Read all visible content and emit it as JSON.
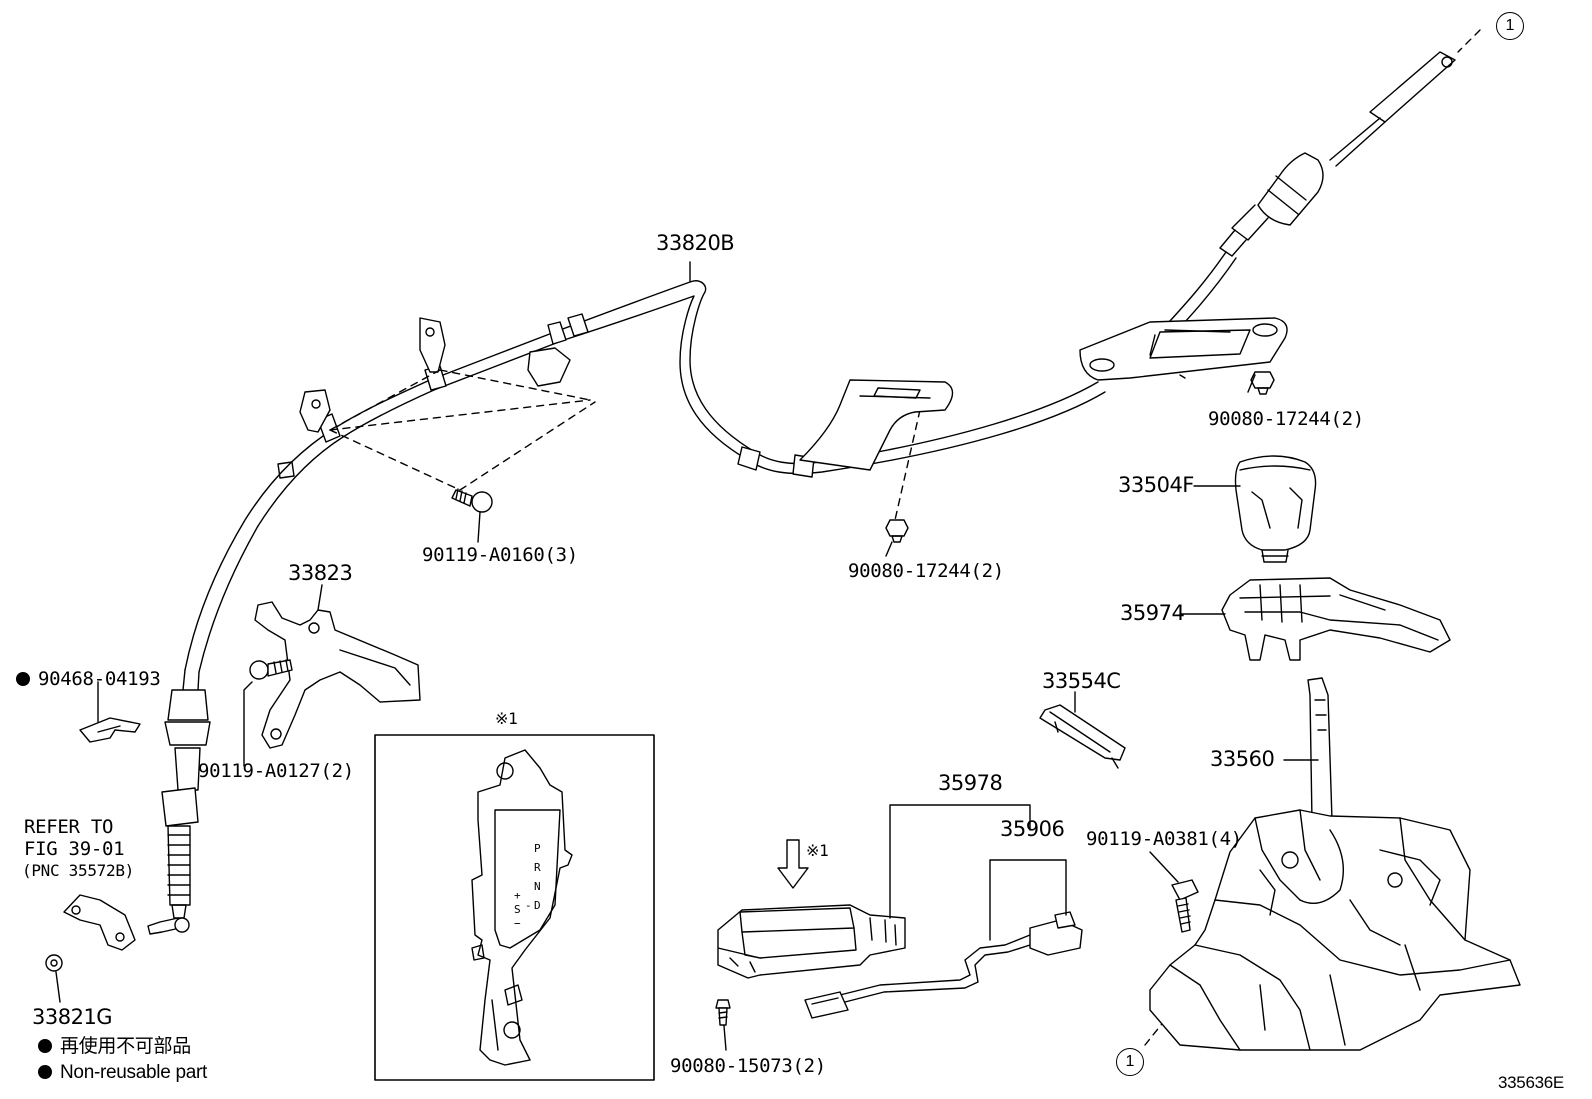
{
  "figure": {
    "id": "335636E",
    "callouts": {
      "cable": "33820B",
      "knob": "33504F",
      "indicator_housing": "35974",
      "plate": "33554C",
      "lever_assembly": "33560",
      "bracket": "33823",
      "clip": "33821G",
      "switch_assembly": "35978",
      "harness": "35906"
    },
    "fasteners": {
      "nut_upper": "90080-17244(2)",
      "nut_mid": "90080-17244(2)",
      "bolt_cable": "90119-A0160(3)",
      "bolt_bracket": "90119-A0127(2)",
      "bolt_lever": "90119-A0381(4)",
      "screw_switch": "90080-15073(2)",
      "lock_clip": "90468-04193"
    },
    "reference": {
      "line1": "REFER TO",
      "line2": "FIG 39-01",
      "line3": "(PNC 35572B)"
    },
    "detail_marker": "※1",
    "detail_arrow_marker": "※1",
    "circle_ref": "1",
    "gear_positions": {
      "p": "P",
      "r": "R",
      "n": "N",
      "d": "D",
      "plus": "+",
      "s": "S",
      "minus": "−",
      "dash": "-"
    },
    "legend": {
      "japanese": "再使用不可部品",
      "english": "Non-reusable part"
    }
  }
}
